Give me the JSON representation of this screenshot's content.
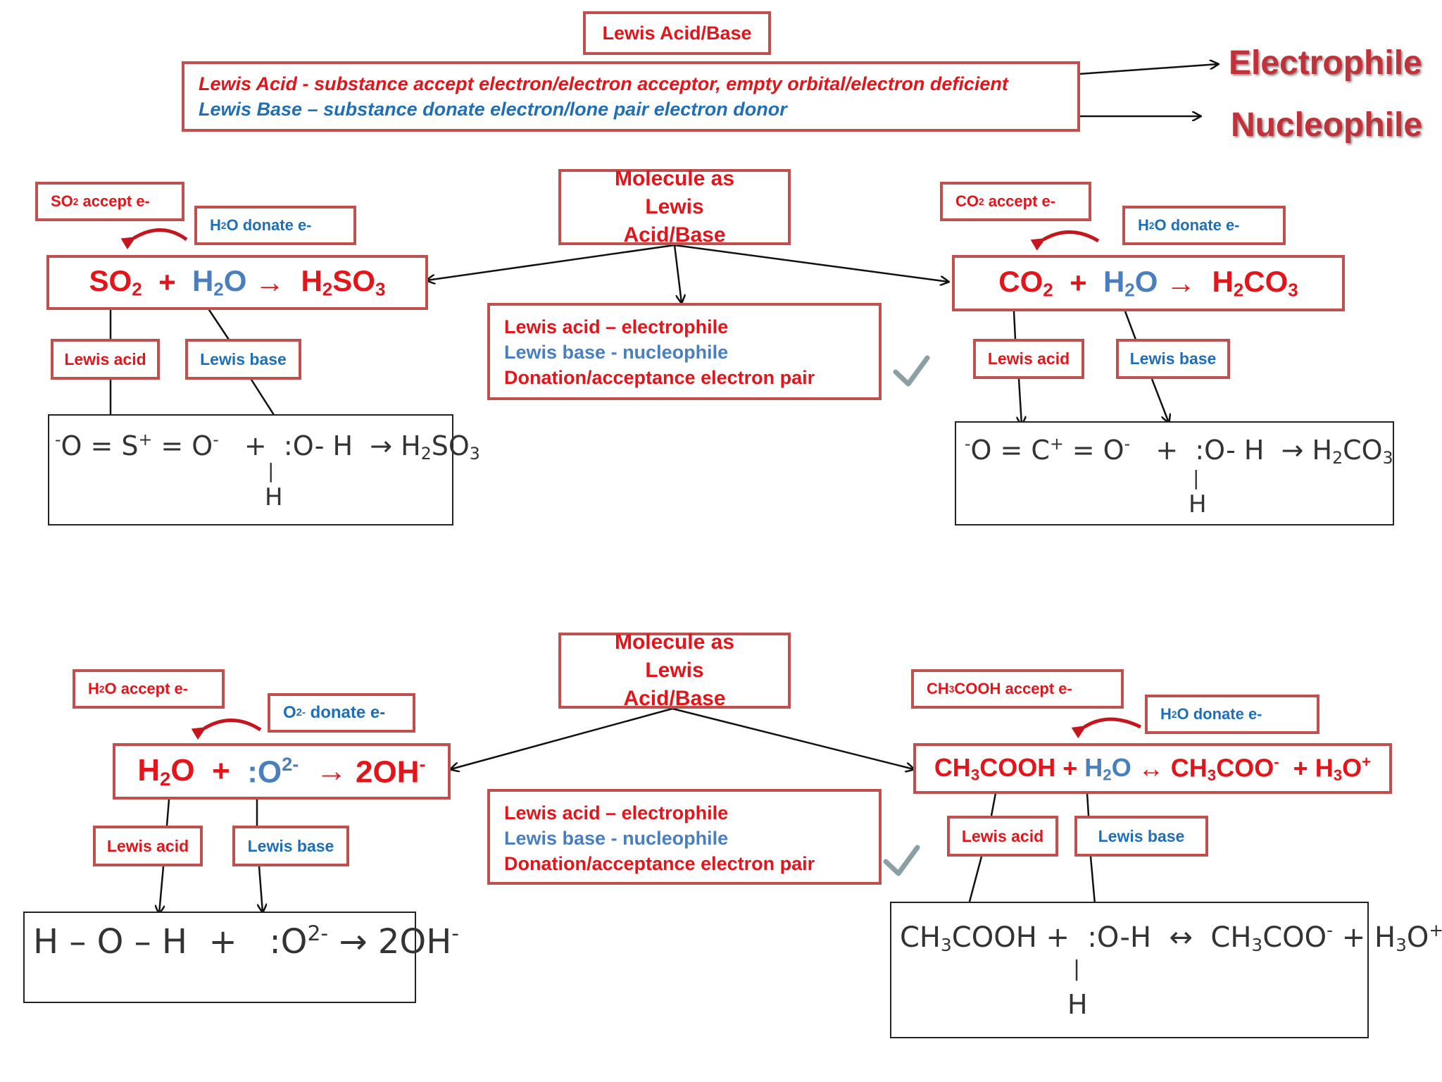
{
  "title": "Lewis Acid/Base",
  "definitions": {
    "acid": "Lewis  Acid -  substance accept electron/electron acceptor, empty orbital/electron deficient",
    "base": "Lewis Base – substance donate electron/lone pair electron donor"
  },
  "side_terms": {
    "electrophile": "Electrophile",
    "nucleophile": "Nucleophile"
  },
  "molecule_box": "Molecule as Lewis Acid/Base",
  "info_box": {
    "line1": "Lewis acid – electrophile",
    "line2": "Lewis base - nucleophile",
    "line3": "Donation/acceptance electron pair"
  },
  "labels": {
    "acid": "Lewis acid",
    "base": "Lewis base"
  },
  "common": {
    "plus": "+",
    "arrow": "→",
    "rev_arrow": "↔",
    "h": "H",
    "donate": "donate  e-",
    "accept": "accept  e-",
    "bar": "|"
  },
  "reactions": {
    "so2": {
      "accept_mol": "SO",
      "accept_sub": "2",
      "donate_mol": "H",
      "donate_sub": "2",
      "donate_rest": "O"
    },
    "co2": {
      "accept_mol": "CO",
      "accept_sub": "2"
    },
    "h2o_o2": {
      "accept_mol": "H",
      "accept_sub": "2",
      "accept_rest": "O",
      "donate_mol": "O",
      "donate_sup": "2-"
    },
    "ch3cooh": {
      "accept_mol": "CH",
      "accept_sub": "3",
      "accept_rest": "COOH"
    }
  },
  "colors": {
    "box_border": "#c0504d",
    "red": "#e3151a",
    "blue": "#1f6fb8",
    "arrow_red": "#c4161c"
  },
  "icons": [
    "exclamation-icon",
    "checkmark-icon",
    "curved-arrow-icon"
  ]
}
